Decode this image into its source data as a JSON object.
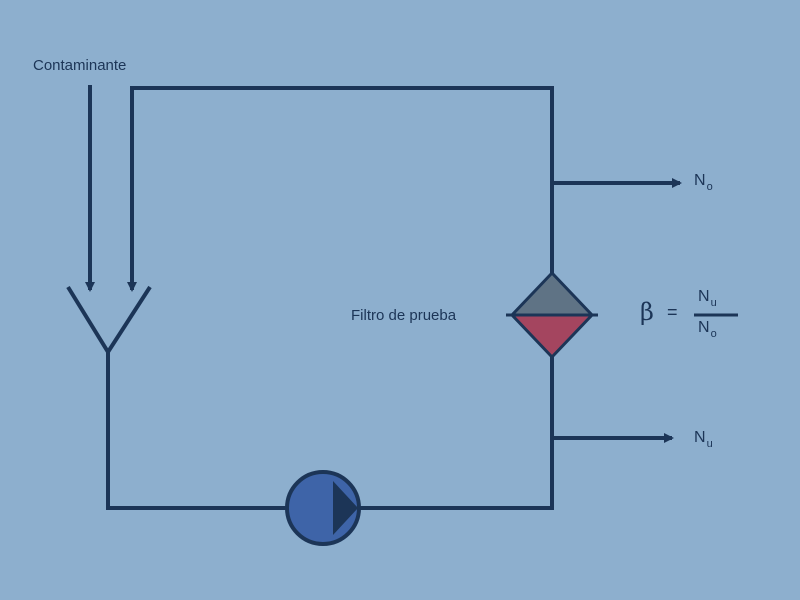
{
  "labels": {
    "contaminant": "Contaminante",
    "test_filter": "Filtro de prueba",
    "upstream": {
      "base": "N",
      "sub": "o"
    },
    "downstream": {
      "base": "N",
      "sub": "u"
    }
  },
  "formula": {
    "symbol": "β",
    "equals": "=",
    "numerator": {
      "base": "N",
      "sub": "u"
    },
    "denominator": {
      "base": "N",
      "sub": "o"
    }
  },
  "colors": {
    "background": "#8dafce",
    "line": "#1c3557",
    "filter_top": "#5f7385",
    "filter_bottom": "#a4455f",
    "pump": "#3e64a8"
  }
}
